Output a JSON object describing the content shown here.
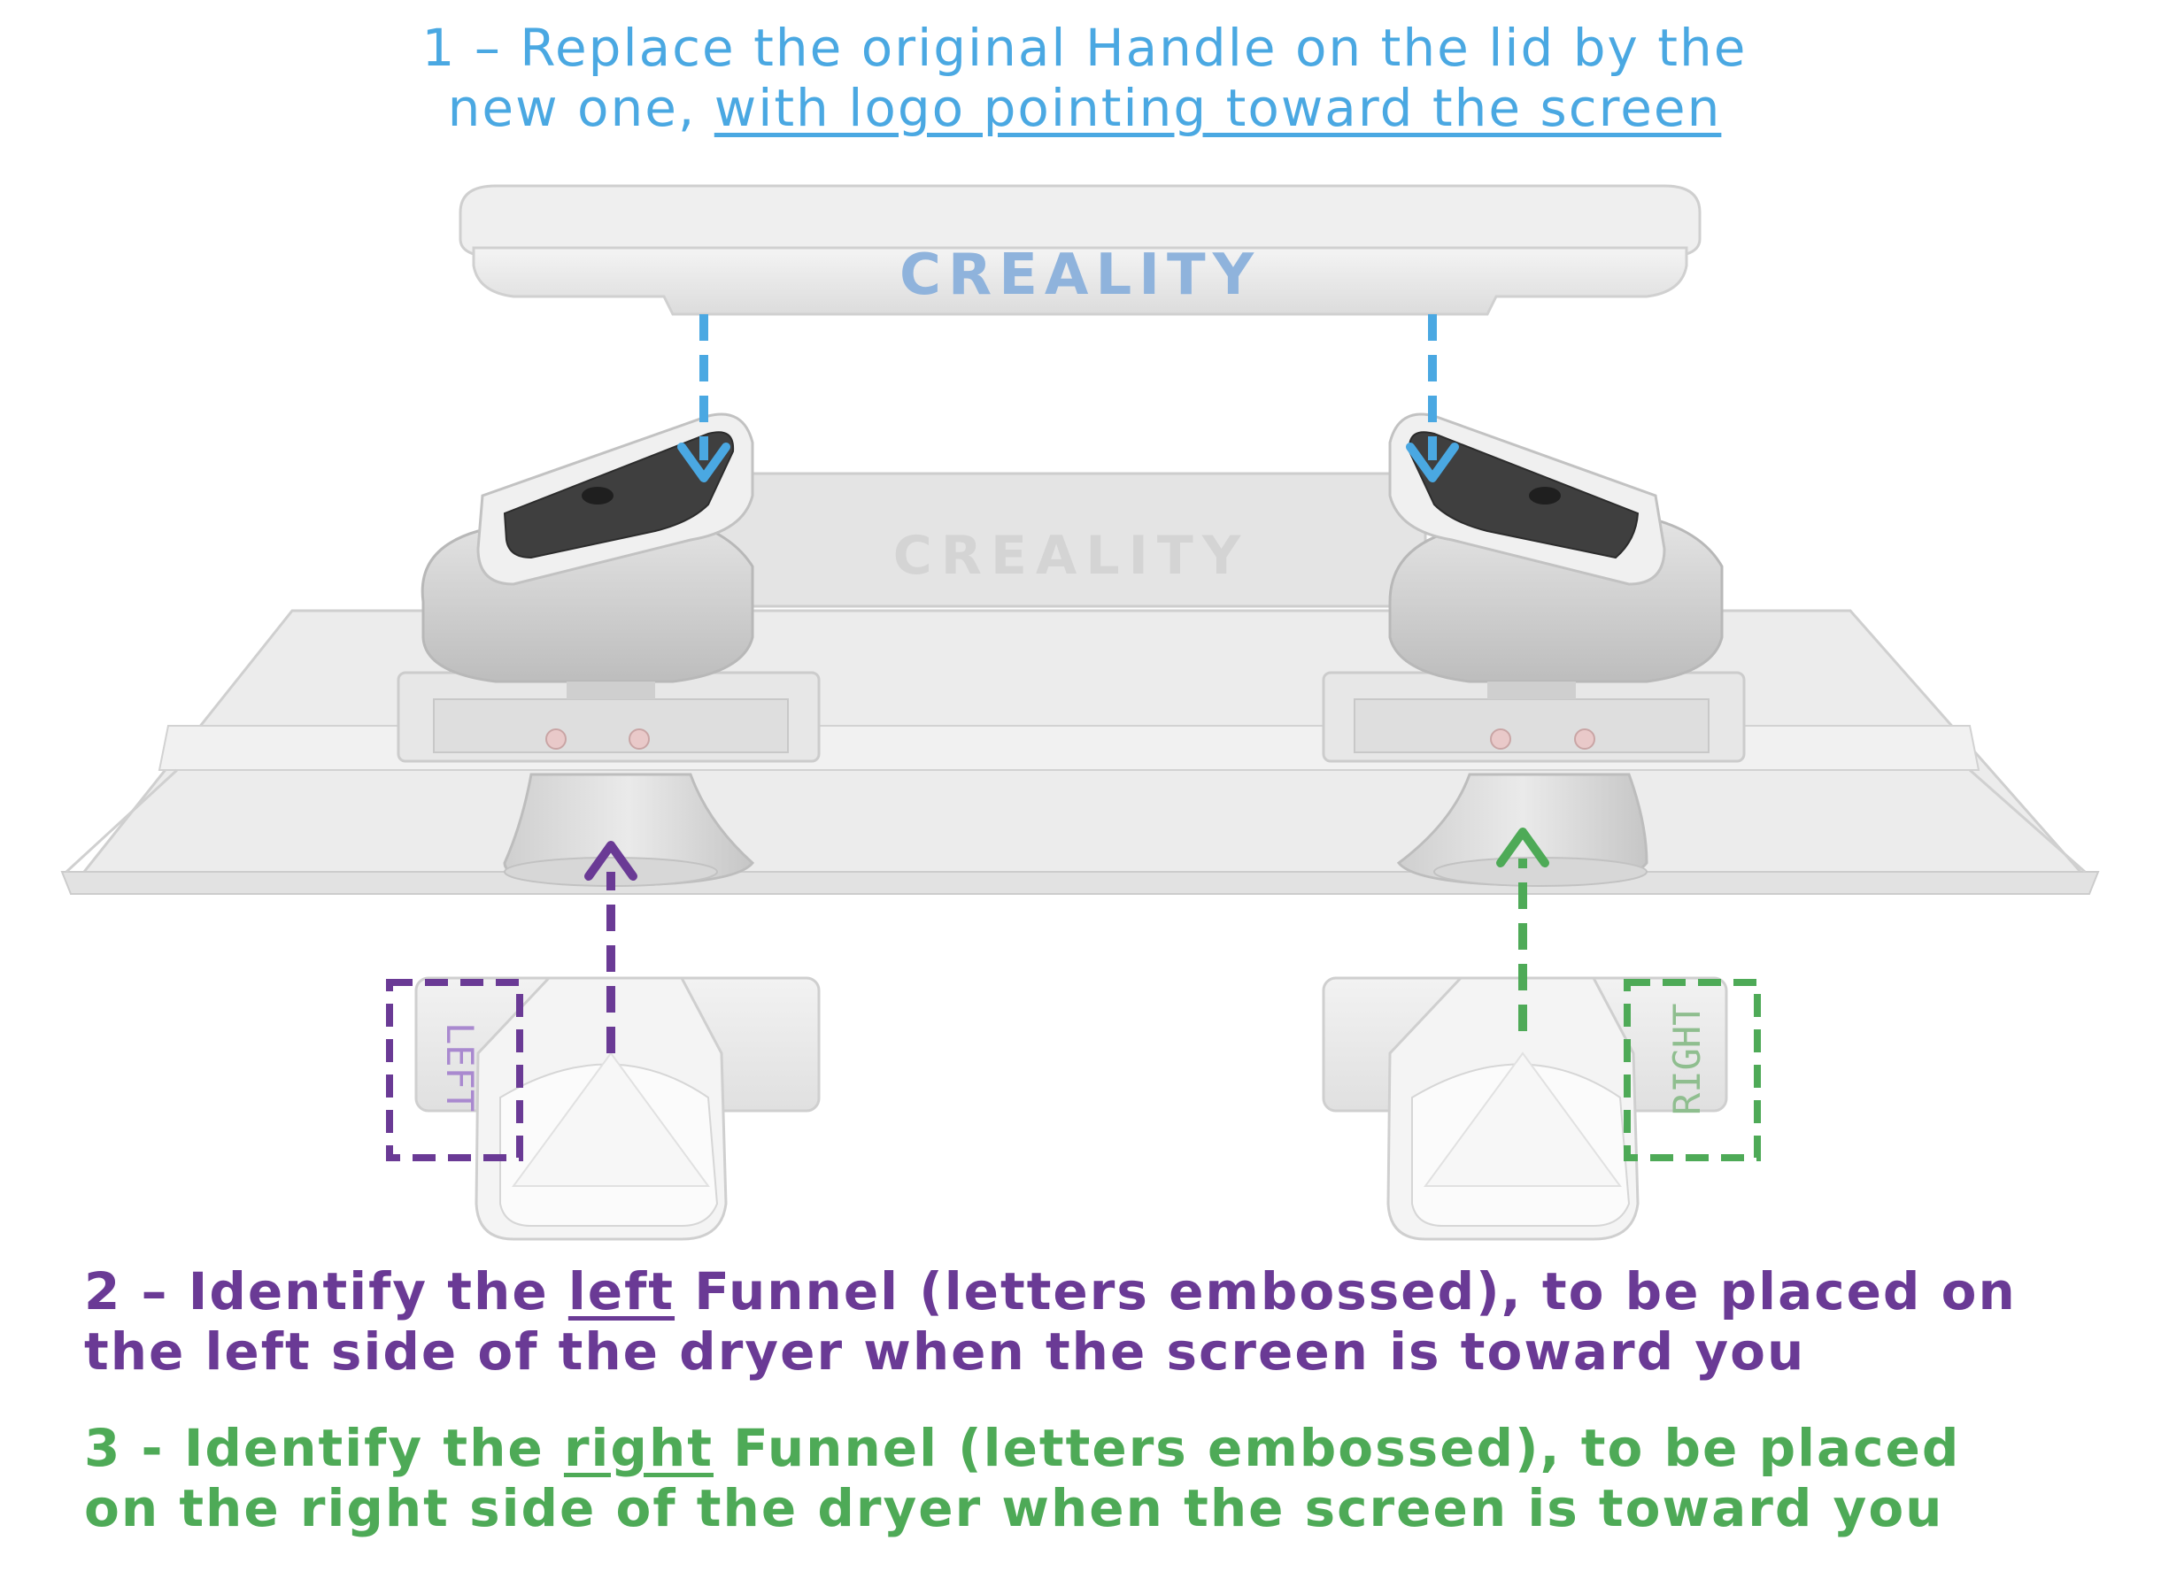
{
  "step1": {
    "line1": "1 – Replace the original Handle on the lid by the",
    "line2_plain": "new one, ",
    "line2_underlined": "with logo pointing toward the screen",
    "color": "#4aa8e2"
  },
  "step2": {
    "line1_a": "2 – Identify the ",
    "line1_u": "left",
    "line1_b": " Funnel (letters embossed), to be placed on",
    "line2": "the left side of the dryer when the screen is toward you",
    "color": "#6a3a95"
  },
  "step3": {
    "line1_a": "3 - Identify the ",
    "line1_u": "right",
    "line1_b": " Funnel (letters embossed), to be placed",
    "line2": "on the right side of the dryer when the screen is toward you",
    "color": "#4eaa57"
  },
  "handle": {
    "logo_text": "CREALITY",
    "logo_color": "#8fb3dc"
  },
  "lid_logo_text": "CREALITY",
  "funnels": {
    "left_label": "LEFT",
    "right_label": "RIGHT"
  }
}
